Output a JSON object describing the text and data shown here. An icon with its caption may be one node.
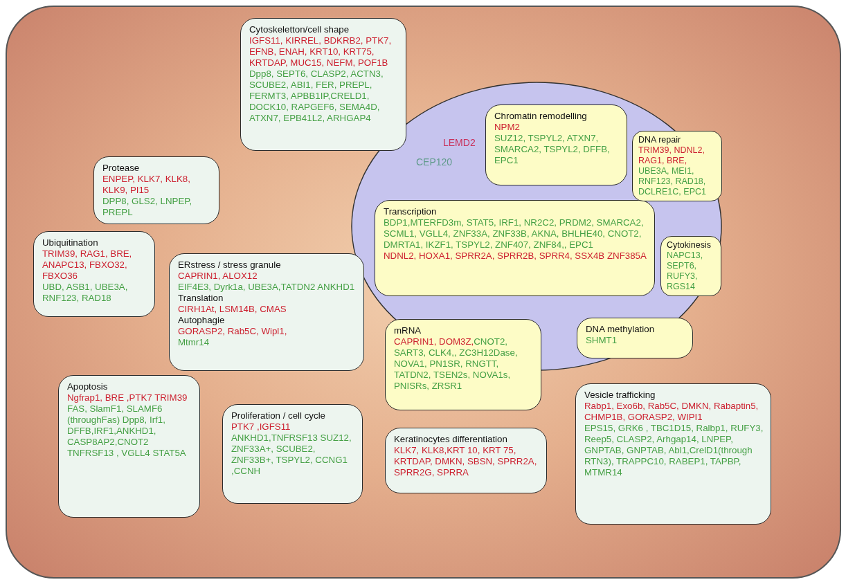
{
  "diagram": {
    "nodes": [
      {
        "text": [],
        "shape": "box"
      },
      {
        "text": [],
        "shape": "circle",
        "in": 0
      },
      {
        "text": [
          "Cytoskeletton/cell shape",
          "IGFS11, KIRREL, BDKRB2, PTK7, EFNB, ENAH, KRT10, KRT75, KRTDAP, MUC15, NEFM, POF1B",
          "Dpp8, SEPT6, CLASP2, ACTN3, SCUBE2, ABI1, FER, PREPL, FERMT3, APBB1IP,CRELD1, DOCK10, RAPGEF6, SEMA4D, ATXN7, EPB41L2, ARHGAP4"
        ],
        "in": 0
      },
      {
        "text": [
          "Protease",
          "ENPEP, KLK7, KLK8, KLK9, PI15",
          "DPP8, GLS2, LNPEP, PREPL"
        ],
        "in": 0
      },
      {
        "text": [
          "Ubiquitination",
          "TRIM39, RAG1, BRE, ANAPC13, FBXO32, FBXO36",
          "UBD, ASB1, UBE3A, RNF123, RAD18"
        ],
        "in": 0
      },
      {
        "text": [
          "ERstress / stress granule",
          "CAPRIN1, ALOX12",
          "EIF4E3, Dyrk1a, UBE3A,TATDN2 ANKHD1",
          "Translation",
          "CIRH1At, LSM14B, CMAS",
          "Autophagie",
          "GORASP2, Rab5C, Wipl1,",
          "Mtmr14"
        ],
        "in": 0
      },
      {
        "text": [
          "Apoptosis",
          "Ngfrap1, BRE ,PTK7 TRIM39",
          "FAS, SlamF1, SLAMF6 (throughFas) Dpp8, Irf1, DFFB,IRF1,ANKHD1, CASP8AP2,CNOT2 TNFRSF13 , VGLL4 STAT5A"
        ],
        "in": 0
      },
      {
        "text": [
          "Proliferation / cell cycle",
          "PTK7 ,IGFS11",
          "ANKHD1,TNFRSF13 SUZ12, ZNF33A+, SCUBE2, ZNF33B+, TSPYL2, CCNG1 ,CCNH"
        ],
        "in": 0
      },
      {
        "text": [
          "Chromatin remodelling",
          "NPM2",
          "SUZ12, TSPYL2, ATXN7, SMARCA2, TSPYL2, DFFB, EPC1"
        ],
        "in": 1
      },
      {
        "text": [
          "DNA repair",
          "TRIM39, NDNL2, RAG1, BRE,",
          "UBE3A, MEI1, RNF123, RAD18, DCLRE1C, EPC1"
        ],
        "in": 1
      },
      {
        "text": [
          "Transcription",
          "BDP1,MTERFD3m, STAT5, IRF1, NR2C2, PRDM2, SMARCA2, SCML1, VGLL4, ZNF33A, ZNF33B, AKNA, BHLHE40, CNOT2, DMRTA1, IKZF1, TSPYL2, ZNF407, ZNF84,, EPC1",
          "NDNL2, HOXA1, SPRR2A, SPRR2B, SPRR4, SSX4B ZNF385A"
        ],
        "in": 1
      },
      {
        "text": [
          "Cytokinesis",
          "NAPC13, SEPT6, RUFY3, RGS14"
        ],
        "in": 1
      },
      {
        "text": [
          "DNA methylation",
          "SHMT1"
        ],
        "in": 1
      },
      {
        "text": [
          "mRNA",
          "CAPRIN1, DOM3Z,",
          "CNOT2, SART3, CLK4,, ZC3H12Dase, NOVA1, PN1SR, RNGTT, TATDN2, TSEN2s, NOVA1s, PNISRs, ZRSR1"
        ],
        "in": 0
      },
      {
        "text": [
          "Keratinocytes differentiation",
          "KLK7, KLK8,KRT 10, KRT 75, KRTDAP, DMKN, SBSN, SPRR2A, SPRR2G, SPRRA"
        ],
        "in": 0
      },
      {
        "text": [
          "Vesicle trafficking",
          "Rabp1, Exo6b, Rab5C, DMKN, Rabaptin5, CHMP1B, GORASP2, WIPI1",
          "EPS15, GRK6 , TBC1D15, Ralbp1, RUFY3, Reep5, CLASP2, Arhgap14, LNPEP, GNPTAB, GNPTAB, Abl1,CrelD1(through RTN3), TRAPPC10, RABEP1, TAPBP, MTMR14"
        ],
        "in": 0
      }
    ],
    "labels": [
      "LEMD2",
      "CEP120"
    ]
  }
}
